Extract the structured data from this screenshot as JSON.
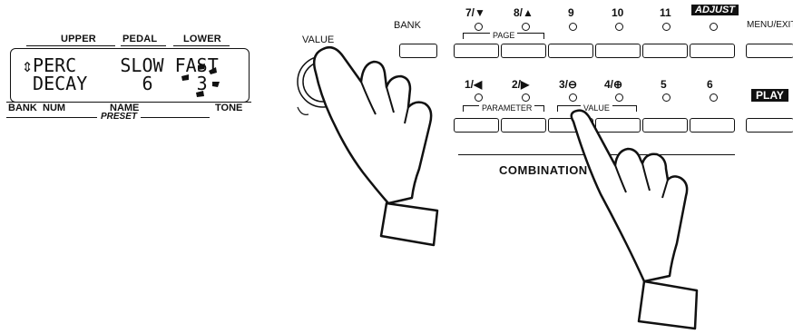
{
  "lcd": {
    "top_tabs": [
      "UPPER",
      "PEDAL",
      "LOWER"
    ],
    "line1": "⇕PERC    SLOW FAST",
    "line2": " DECAY     6    3",
    "bottom_labels": [
      "BANK",
      "NUM",
      "NAME",
      "TONE"
    ],
    "preset_label": "PRESET"
  },
  "panel": {
    "value_label": "VALUE",
    "bank_label": "BANK",
    "menu_exit_label": "MENU/EXIT",
    "play_label": "PLAY",
    "page_label": "PAGE",
    "parameter_label": "PARAMETER",
    "value_group_label": "VALUE",
    "combination_label": "COMBINATION PRESETS",
    "top_buttons": [
      "7/▼",
      "8/▲",
      "9",
      "10",
      "11",
      "ADJUST"
    ],
    "bottom_buttons": [
      "1/◀",
      "2/▶",
      "3/⊖",
      "4/⊕",
      "5",
      "6"
    ]
  }
}
